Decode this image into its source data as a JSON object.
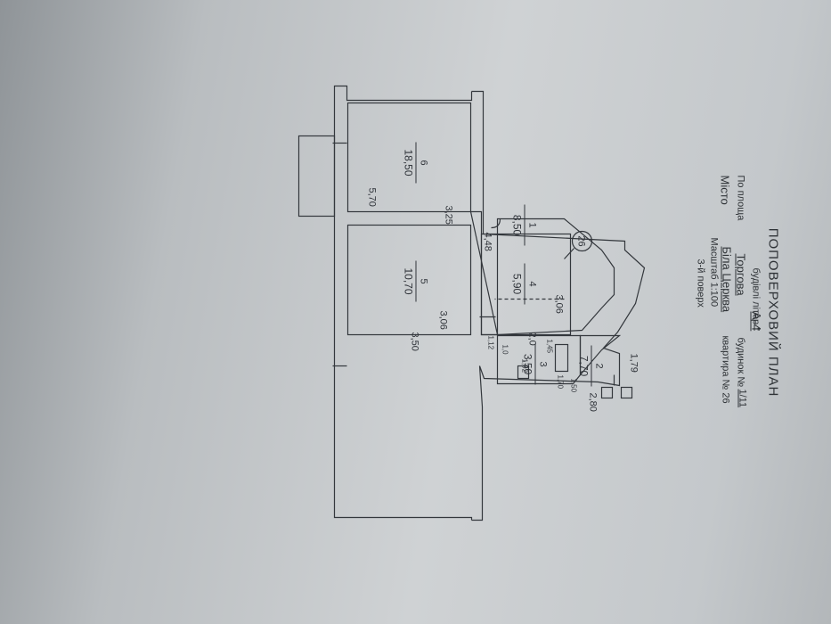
{
  "header": {
    "title": "ПОПОВЕРХОВИЙ   ПЛАН",
    "building_litera_label": "будівлі літер \"",
    "building_litera": "А-4",
    "street_label": "По площа",
    "street": "Торгова",
    "house_label": "будинок №",
    "house_number": "1/11",
    "city_label": "Місто",
    "city": "Біла Церква",
    "apartment_label": "квартира № 26",
    "scale": "Масштаб 1:100",
    "floor": "3-й поверх"
  },
  "plan": {
    "apartment_marker": "26",
    "rooms": [
      {
        "number": "1",
        "area": "8,50"
      },
      {
        "number": "2",
        "area": "7,70"
      },
      {
        "number": "3",
        "area": "3,50"
      },
      {
        "number": "4",
        "area": "5,90"
      },
      {
        "number": "5",
        "area": "10,70"
      },
      {
        "number": "6",
        "area": "18,50"
      }
    ],
    "dimensions": {
      "room6_width": "3,25",
      "room6_length": "5,70",
      "room1_length": "4,48",
      "room2_width": "1,79",
      "room2_length": "2,80",
      "room2_side": "1,50",
      "bath_a": "1,12",
      "bath_b": "1,0",
      "bath_c": "1,45",
      "bath_d": "1,92",
      "bath_e": "1,70",
      "room4_width": "3,06",
      "room4_length": "2,0",
      "room5_width": "3,06",
      "room5_length": "3,50"
    }
  }
}
